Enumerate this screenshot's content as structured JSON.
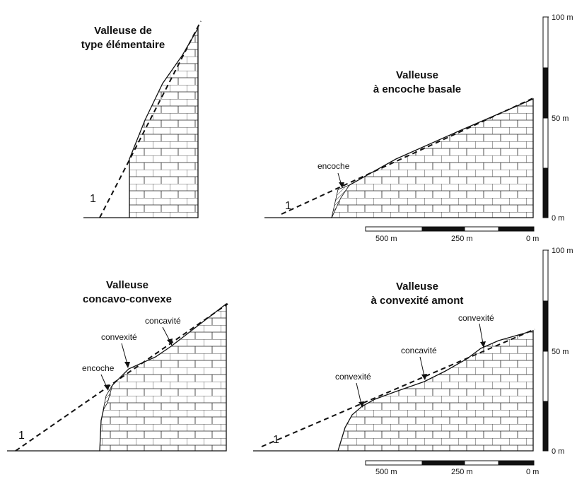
{
  "panels": {
    "p1": {
      "title_line1": "Valleuse de",
      "title_line2": "type élémentaire",
      "profile_label": "1"
    },
    "p2": {
      "title_line1": "Valleuse",
      "title_line2": "à encoche basale",
      "profile_label": "1",
      "notch_label": "encoche"
    },
    "p3": {
      "title_line1": "Valleuse",
      "title_line2": "concavo-convexe",
      "profile_label": "1",
      "concavity_label": "concavité",
      "convexity_label": "convexité",
      "notch_label": "encoche"
    },
    "p4": {
      "title_line1": "Valleuse",
      "title_line2": "à convexité amont",
      "profile_label": "1",
      "convexity_upper_label": "convexité",
      "concavity_label": "concavité",
      "convexity_lower_label": "convexité"
    }
  },
  "vertical_scale": {
    "top": "100 m",
    "mid": "50 m",
    "bottom": "0 m"
  },
  "horizontal_scale": {
    "left": "500 m",
    "mid": "250 m",
    "right": "0 m"
  },
  "colors": {
    "ink": "#111111",
    "paper": "#ffffff"
  }
}
